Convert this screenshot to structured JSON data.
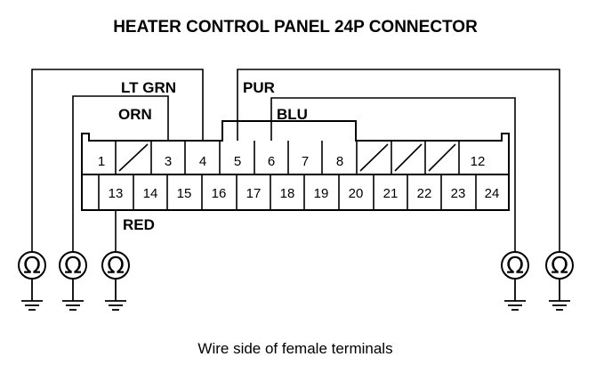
{
  "title": "HEATER CONTROL PANEL 24P CONNECTOR",
  "caption": "Wire side of female terminals",
  "ohm_symbol": "Ω",
  "wires": {
    "lt_grn": "LT GRN",
    "orn": "ORN",
    "pur": "PUR",
    "blu": "BLU",
    "red": "RED"
  },
  "top_row": [
    "1",
    "",
    "3",
    "4",
    "5",
    "6",
    "7",
    "8",
    "",
    "",
    "",
    "12"
  ],
  "bottom_row": [
    "13",
    "14",
    "15",
    "16",
    "17",
    "18",
    "19",
    "20",
    "21",
    "22",
    "23",
    "24"
  ],
  "icons": {
    "ohmmeter": "ohmmeter-icon",
    "ground": "ground-icon",
    "blank_cavity": "diagonal-slash"
  }
}
